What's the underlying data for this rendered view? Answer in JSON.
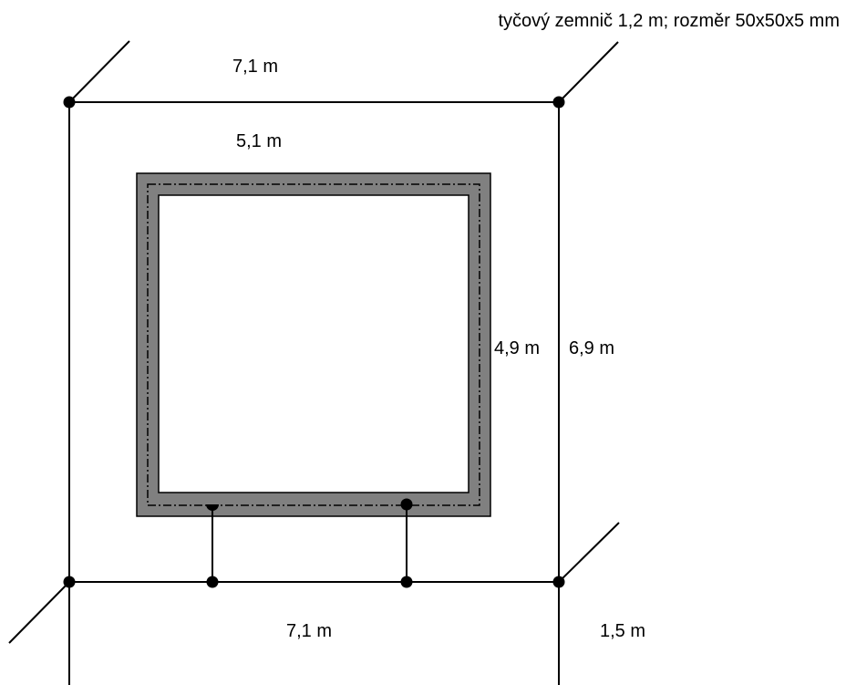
{
  "labels": {
    "electrode_note": "tyčový zemnič 1,2 m; rozměr 50x50x5 mm",
    "outer_top_width": "7,1 m",
    "inner_width": "5,1 m",
    "inner_height": "4,9 m",
    "outer_height": "6,9 m",
    "outer_bottom_width": "7,1 m",
    "offset": "1,5 m"
  },
  "colors": {
    "line": "#000000",
    "wall_fill": "#808080",
    "interior": "#ffffff"
  }
}
